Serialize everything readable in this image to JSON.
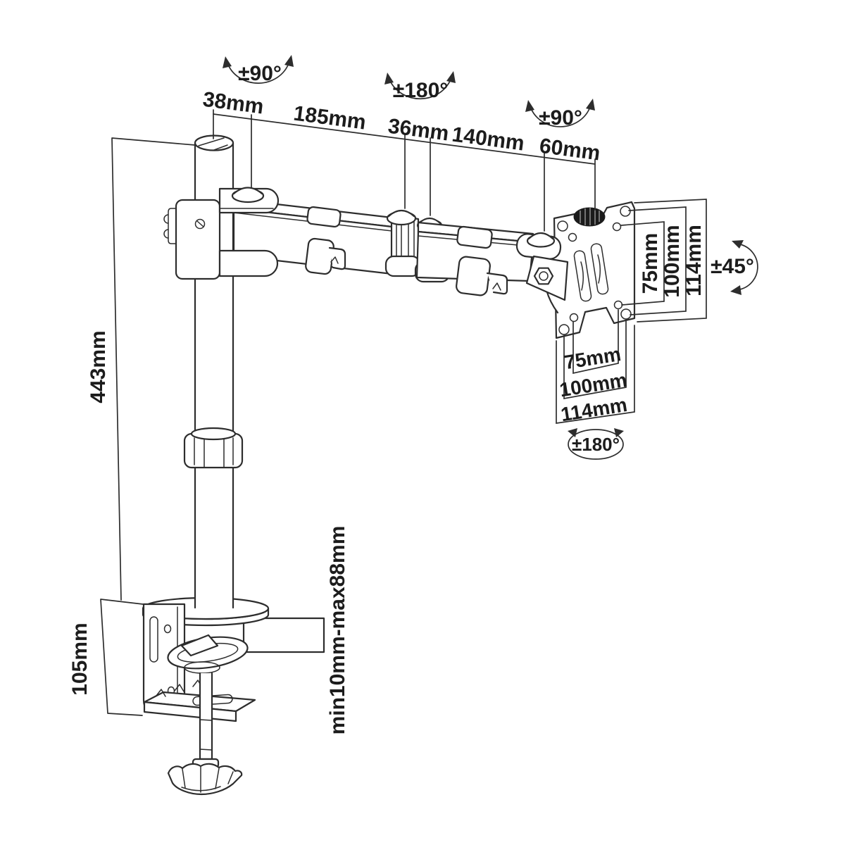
{
  "drawing": {
    "title": "monitor-desk-mount-arm-technical-drawing",
    "background_color": "#ffffff",
    "line_color": "#2d2d2d",
    "text_color": "#1c1c1c",
    "knob_fill_color": "#1b1b1b"
  },
  "dims": {
    "top_chain": {
      "pole_offset": "38mm",
      "arm_upper": "185mm",
      "elbow": "36mm",
      "arm_lower": "140mm",
      "head": "60mm"
    },
    "pole_height": "443mm",
    "clamp_height": "105mm",
    "desk_thickness": "min10mm-max88mm",
    "vesa_vertical": {
      "v75": "75mm",
      "v100": "100mm",
      "v114": "114mm"
    },
    "vesa_horizontal": {
      "h75": "75mm",
      "h100": "100mm",
      "h114": "114mm"
    }
  },
  "angles": {
    "pole_swivel": "±90°",
    "elbow_swivel": "±180°",
    "head_swivel": "±90°",
    "tilt": "±45°",
    "screen_rotation": "±180°"
  }
}
